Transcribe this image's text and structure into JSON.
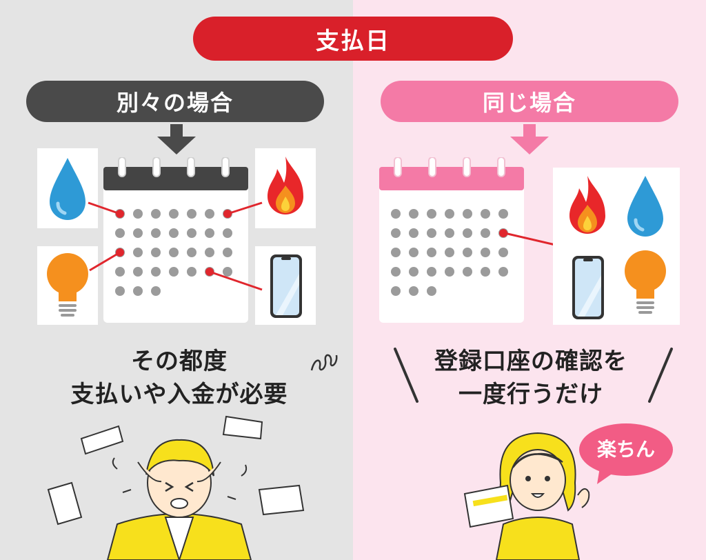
{
  "header": {
    "title": "支払日"
  },
  "left": {
    "label": "別々の場合",
    "message_line1": "その都度",
    "message_line2": "支払いや入金が必要"
  },
  "right": {
    "label": "同じ場合",
    "message_line1": "登録口座の確認を",
    "message_line2": "一度行うだけ",
    "bubble": "楽ちん"
  },
  "colors": {
    "left_bg": "#e4e4e4",
    "right_bg": "#fce4ee",
    "title_red": "#d9202a",
    "gray_pill": "#4a4a4a",
    "pink_pill": "#f47aa6",
    "water_blue": "#2e9ad6",
    "fire_red": "#e8272a",
    "bulb_orange": "#f5901e",
    "person_yellow": "#f7e01c"
  },
  "icons": [
    "water-drop-icon",
    "fire-icon",
    "light-bulb-icon",
    "smartphone-icon",
    "calendar-icon"
  ]
}
